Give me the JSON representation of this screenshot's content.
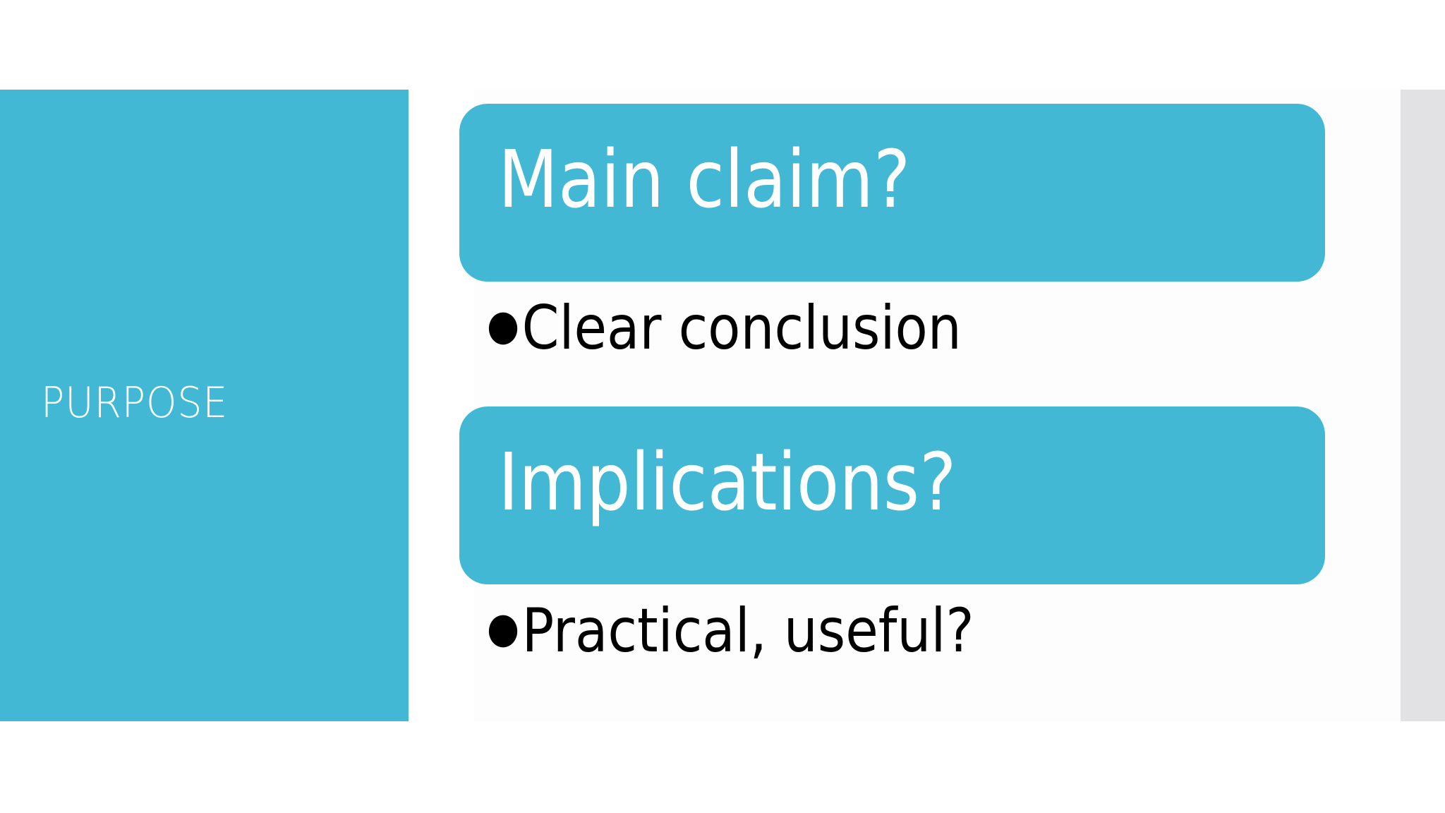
{
  "slide": {
    "side_label": "PURPOSE",
    "colors": {
      "accent": "#42b8d4",
      "side_grey": "#e2e2e4",
      "text": "#000000"
    },
    "sections": [
      {
        "heading": "Main claim?",
        "bullet_icon": "bullet-dot",
        "bullet": "Clear conclusion"
      },
      {
        "heading": "Implications?",
        "bullet_icon": "bullet-dot",
        "bullet": "Practical, useful?"
      }
    ]
  }
}
